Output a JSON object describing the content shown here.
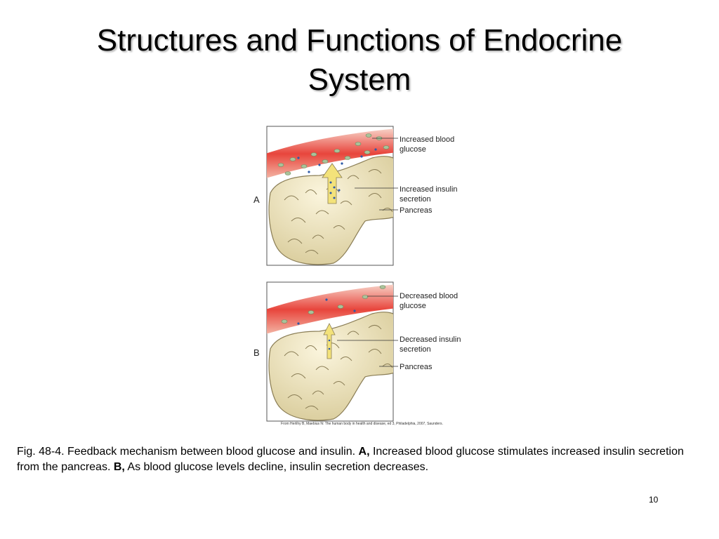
{
  "slide": {
    "title_line1": "Structures and Functions of Endocrine",
    "title_line2": "System",
    "page_number": "10"
  },
  "figure": {
    "panels": [
      {
        "letter": "A",
        "callouts": [
          {
            "line1": "Increased blood",
            "line2": "glucose"
          },
          {
            "line1": "Increased insulin",
            "line2": "secretion"
          },
          {
            "line1": "Pancreas",
            "line2": ""
          }
        ]
      },
      {
        "letter": "B",
        "callouts": [
          {
            "line1": "Decreased blood",
            "line2": "glucose"
          },
          {
            "line1": "Decreased insulin",
            "line2": "secretion"
          },
          {
            "line1": "Pancreas",
            "line2": ""
          }
        ]
      }
    ],
    "credit": "From Herlihy B, Maebius N: The human body in health and disease, ed 3, Philadelphia, 2007, Saunders."
  },
  "caption": {
    "part1": "Fig. 48-4. Feedback mechanism between blood glucose and insulin. ",
    "label_a": "A,",
    "part2": " Increased blood glucose stimulates increased insulin secretion from the pancreas. ",
    "label_b": "B,",
    "part3": " As blood glucose levels decline, insulin secretion decreases."
  },
  "colors": {
    "vessel_red": "#e8453c",
    "vessel_pink": "#f6c8bd",
    "glucose_green": "#a9c29a",
    "insulin_blue": "#2e5aa8",
    "pancreas_cream": "#efe6c4",
    "arrow_yellow": "#f3e27a"
  }
}
